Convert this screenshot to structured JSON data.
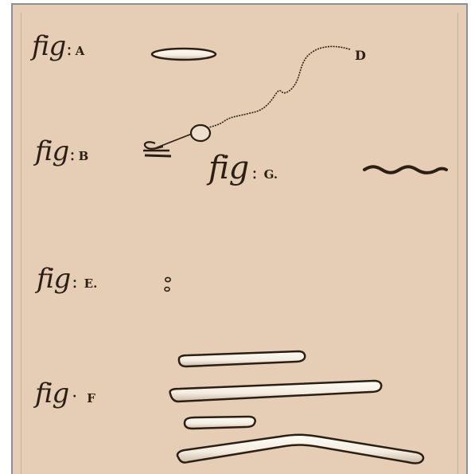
{
  "plate": {
    "background_color": "#e6cdb6",
    "border_color": "#8c8f98",
    "ink_color": "#2c1e13",
    "figures": [
      {
        "fig_word": "fig",
        "separator": ":",
        "letter": "A"
      },
      {
        "fig_word": "fig",
        "separator": ":",
        "letter": "B"
      },
      {
        "fig_word": "fig",
        "separator": ":",
        "letter": "G."
      },
      {
        "fig_word": "fig",
        "separator": ":",
        "letter": "E."
      },
      {
        "fig_word": "fig",
        "separator": "·",
        "letter": "F"
      }
    ],
    "labels": {
      "d": "D"
    }
  }
}
